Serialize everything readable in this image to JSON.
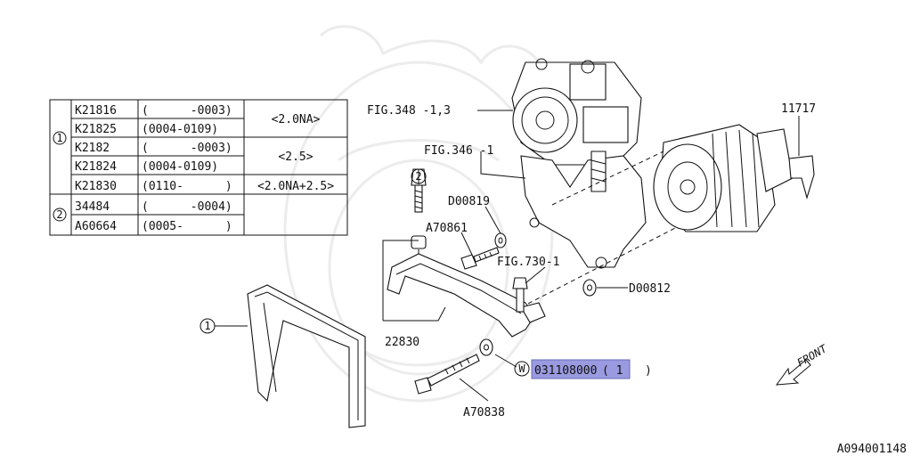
{
  "parts_table": {
    "groups": [
      {
        "ref": "1",
        "rows": [
          {
            "part": "K21816",
            "range": "(      -0003)"
          },
          {
            "part": "K21825",
            "range": "(0004-0109)"
          },
          {
            "part": "K2182",
            "range": "(      -0003)"
          },
          {
            "part": "K21824",
            "range": "(0004-0109)"
          },
          {
            "part": "K21830",
            "range": "(0110-      )"
          }
        ],
        "notes": [
          "<2.0NA>",
          "<2.5>",
          "<2.0NA+2.5>"
        ]
      },
      {
        "ref": "2",
        "rows": [
          {
            "part": "34484",
            "range": "(      -0004)"
          },
          {
            "part": "A60664",
            "range": "(0005-      )"
          }
        ]
      }
    ]
  },
  "callouts": {
    "fig348": "FIG.348 -1,3",
    "fig346": "FIG.346 -1",
    "fig730": "FIG.730-1",
    "p11717": "11717",
    "d00819": "D00819",
    "a70861": "A70861",
    "d00812": "D00812",
    "p22830": "22830",
    "a70838": "A70838",
    "ref1": "1",
    "ref2": "2",
    "w_symbol": "W",
    "highlighted_part": "031108000",
    "highlighted_qty": "( 1",
    "highlighted_qty_close": ")",
    "front": "FRONT"
  },
  "footer": {
    "diagram_id": "A094001148"
  },
  "colors": {
    "highlight": "#9a9ae0",
    "ink": "#111111"
  }
}
